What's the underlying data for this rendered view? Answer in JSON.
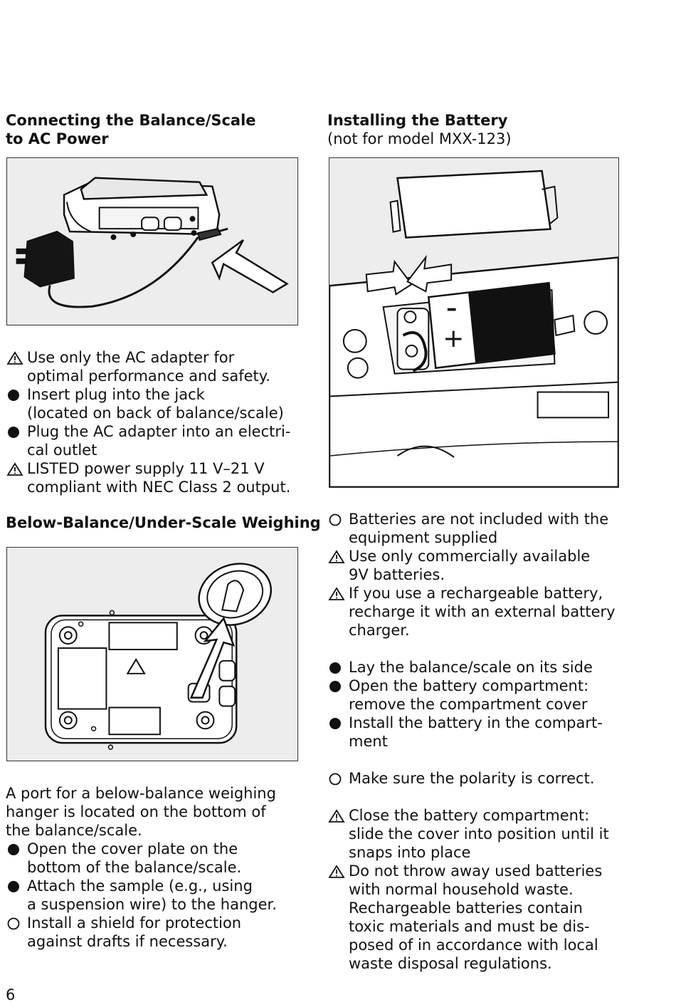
{
  "left_column": {
    "ac_section": {
      "title_line1": "Connecting the Balance/Scale",
      "title_line2": "to AC Power",
      "items": [
        {
          "icon": "warning-triangle",
          "lines": [
            "Use only the AC adapter for",
            "optimal performance and safety."
          ]
        },
        {
          "icon": "filled-bullet",
          "lines": [
            "Insert plug into the jack",
            "(located on back of balance/scale)"
          ]
        },
        {
          "icon": "filled-bullet",
          "lines": [
            "Plug the AC adapter into an electri-",
            "cal outlet"
          ]
        },
        {
          "icon": "warning-triangle",
          "lines": [
            "LISTED power supply 11 V–21 V",
            "compliant with NEC Class 2 output."
          ]
        }
      ]
    },
    "below_section": {
      "title": "Below-Balance/Under-Scale Weighing",
      "intro_lines": [
        "A port for a below-balance weighing",
        "hanger is located on the bottom of",
        "the balance/scale."
      ],
      "items": [
        {
          "icon": "filled-bullet",
          "lines": [
            "Open the cover plate on the",
            "bottom of the balance/scale."
          ]
        },
        {
          "icon": "filled-bullet",
          "lines": [
            "Attach the sample (e.g., using",
            "a suspension wire) to the hanger."
          ]
        },
        {
          "icon": "hollow-bullet",
          "lines": [
            "Install a shield for protection",
            "against drafts if necessary."
          ]
        }
      ]
    }
  },
  "right_column": {
    "battery_section": {
      "title": "Installing the Battery",
      "subtitle": "(not for model MXX-123)",
      "battery_minus": "–",
      "battery_plus": "+",
      "items": [
        {
          "icon": "hollow-bullet",
          "lines": [
            "Batteries are not included with the",
            "equipment supplied"
          ]
        },
        {
          "icon": "warning-triangle",
          "lines": [
            "Use only commercially available",
            "9V batteries."
          ]
        },
        {
          "icon": "warning-triangle",
          "lines": [
            "If you use a rechargeable battery,",
            "recharge it with an external battery",
            "charger."
          ]
        },
        {
          "icon": "filled-bullet",
          "gap": true,
          "lines": [
            "Lay the balance/scale on its side"
          ]
        },
        {
          "icon": "filled-bullet",
          "lines": [
            "Open the battery compartment:",
            "remove the compartment cover"
          ]
        },
        {
          "icon": "filled-bullet",
          "lines": [
            "Install the battery in the compart-",
            "ment"
          ]
        },
        {
          "icon": "hollow-bullet",
          "gap": true,
          "lines": [
            "Make sure the polarity is correct."
          ]
        },
        {
          "icon": "warning-triangle",
          "gap": true,
          "lines": [
            "Close the battery compartment:",
            "slide the cover into position until it",
            "snaps into place"
          ]
        },
        {
          "icon": "warning-triangle",
          "lines": [
            "Do not throw away used batteries",
            "with normal household waste.",
            "Rechargeable batteries contain",
            "toxic materials and must be dis-",
            "posed of in accordance with local",
            "waste disposal regulations."
          ]
        }
      ]
    }
  },
  "page_number": "6"
}
